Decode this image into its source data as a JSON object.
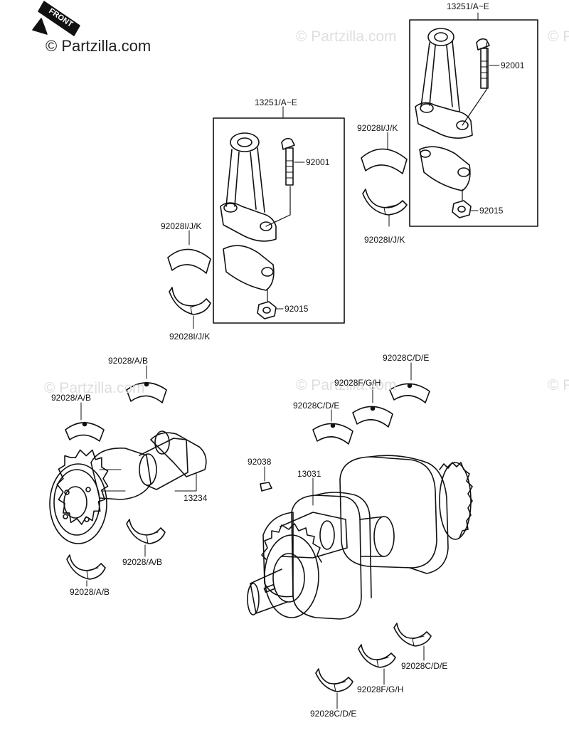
{
  "brand": {
    "text": "© Partzilla.com"
  },
  "watermark": {
    "text": "© Partzilla.com"
  },
  "front_tag": {
    "text": "FRONT"
  },
  "labels": {
    "conrod_assy_right": "13251/A~E",
    "bolt_right": "92001",
    "bearing_upper_right": "92028I/J/K",
    "bearing_lower_right": "92028I/J/K",
    "nut_right": "92015",
    "conrod_assy_left": "13251/A~E",
    "bolt_left": "92001",
    "bearing_upper_left": "92028I/J/K",
    "bearing_lower_left": "92028I/J/K",
    "nut_left": "92015",
    "balancer_bearing_top1": "92028/A/B",
    "balancer_bearing_top2": "92028/A/B",
    "balancer_shaft": "13234",
    "balancer_bearing_bottom1": "92028/A/B",
    "balancer_bearing_bottom2": "92028/A/B",
    "main_bearing_top_right": "92028C/D/E",
    "main_bearing_top_mid": "92028F/G/H",
    "main_bearing_top_left": "92028C/D/E",
    "key": "92038",
    "crankshaft": "13031",
    "main_bearing_bottom_right": "92028C/D/E",
    "main_bearing_bottom_mid": "92028F/G/H",
    "main_bearing_bottom_left": "92028C/D/E"
  },
  "colors": {
    "line": "#111111",
    "watermark": "#dedede",
    "background": "#ffffff"
  }
}
